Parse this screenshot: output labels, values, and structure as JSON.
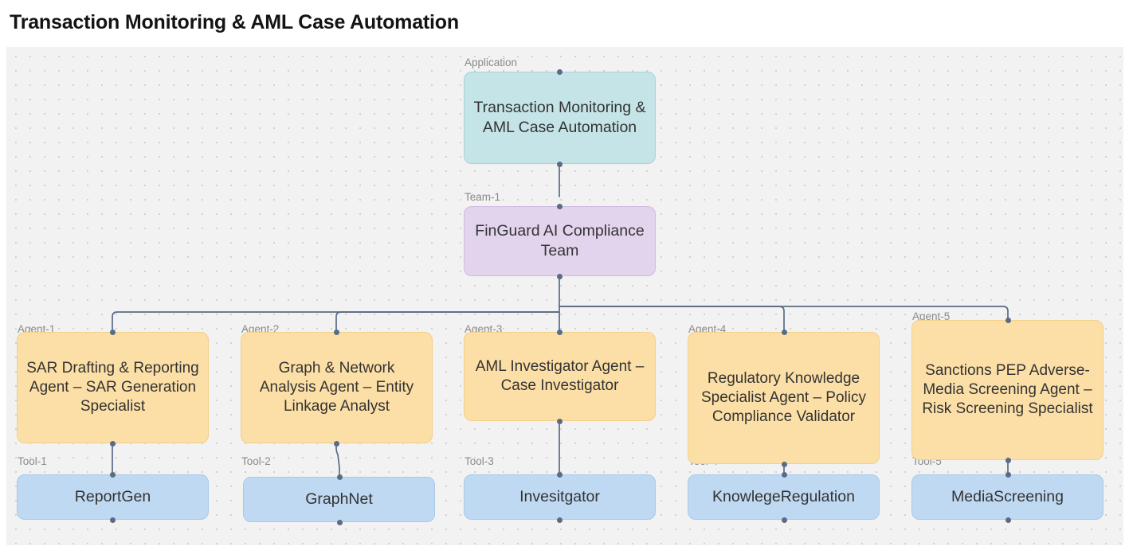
{
  "header": {
    "title": "Transaction Monitoring & AML Case Automation"
  },
  "canvas": {
    "background_color": "#f2f2f2",
    "grid": "dot-grid"
  },
  "colors": {
    "application_fill": "#c5e4e7",
    "team_fill": "#e3d4ee",
    "agent_fill": "#fcdfa6",
    "tool_fill": "#bfd9f2",
    "edge_stroke": "#5a6b85",
    "label_text": "#8a8a8a",
    "node_text": "#333333"
  },
  "nodes": {
    "application": {
      "label": "Application",
      "title": "Transaction Monitoring & AML Case Automation"
    },
    "team": {
      "label": "Team-1",
      "title": "FinGuard AI Compliance Team"
    },
    "agents": [
      {
        "label": "Agent-1",
        "title": "SAR Drafting & Reporting Agent – SAR Generation Specialist"
      },
      {
        "label": "Agent-2",
        "title": "Graph & Network Analysis Agent – Entity Linkage Analyst"
      },
      {
        "label": "Agent-3",
        "title": "AML Investigator Agent – Case Investigator"
      },
      {
        "label": "Agent-4",
        "title": "Regulatory Knowledge Specialist Agent – Policy Compliance Validator"
      },
      {
        "label": "Agent-5",
        "title": "Sanctions PEP Adverse-Media Screening Agent – Risk Screening Specialist"
      }
    ],
    "tools": [
      {
        "label": "Tool-1",
        "title": "ReportGen"
      },
      {
        "label": "Tool-2",
        "title": "GraphNet"
      },
      {
        "label": "Tool-3",
        "title": "Invesitgator"
      },
      {
        "label": "Tool-4",
        "title": "KnowlegeRegulation"
      },
      {
        "label": "Tool-5",
        "title": "MediaScreening"
      }
    ]
  }
}
